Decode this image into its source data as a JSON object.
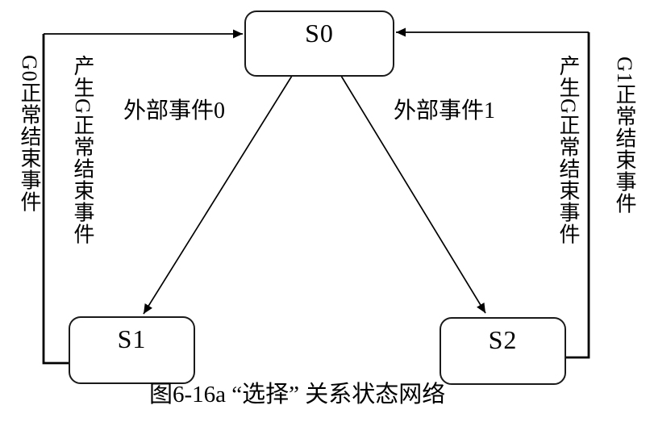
{
  "figure": {
    "caption": "图6-16a “选择” 关系状态网络"
  },
  "states": {
    "s0": "S0",
    "s1": "S1",
    "s2": "S2"
  },
  "edges": {
    "s0_to_s1_label": "外部事件0",
    "s0_to_s2_label": "外部事件1",
    "s1_to_s0_outer_label": "G0正常结束事件",
    "s1_to_s0_inner_label": "产生G正常结束事件",
    "s2_to_s0_inner_label": "产生G正常结束事件",
    "s2_to_s0_outer_label": "G1正常结束事件"
  },
  "colors": {
    "background": "#ffffff",
    "line": "#000000",
    "text": "#000000"
  }
}
